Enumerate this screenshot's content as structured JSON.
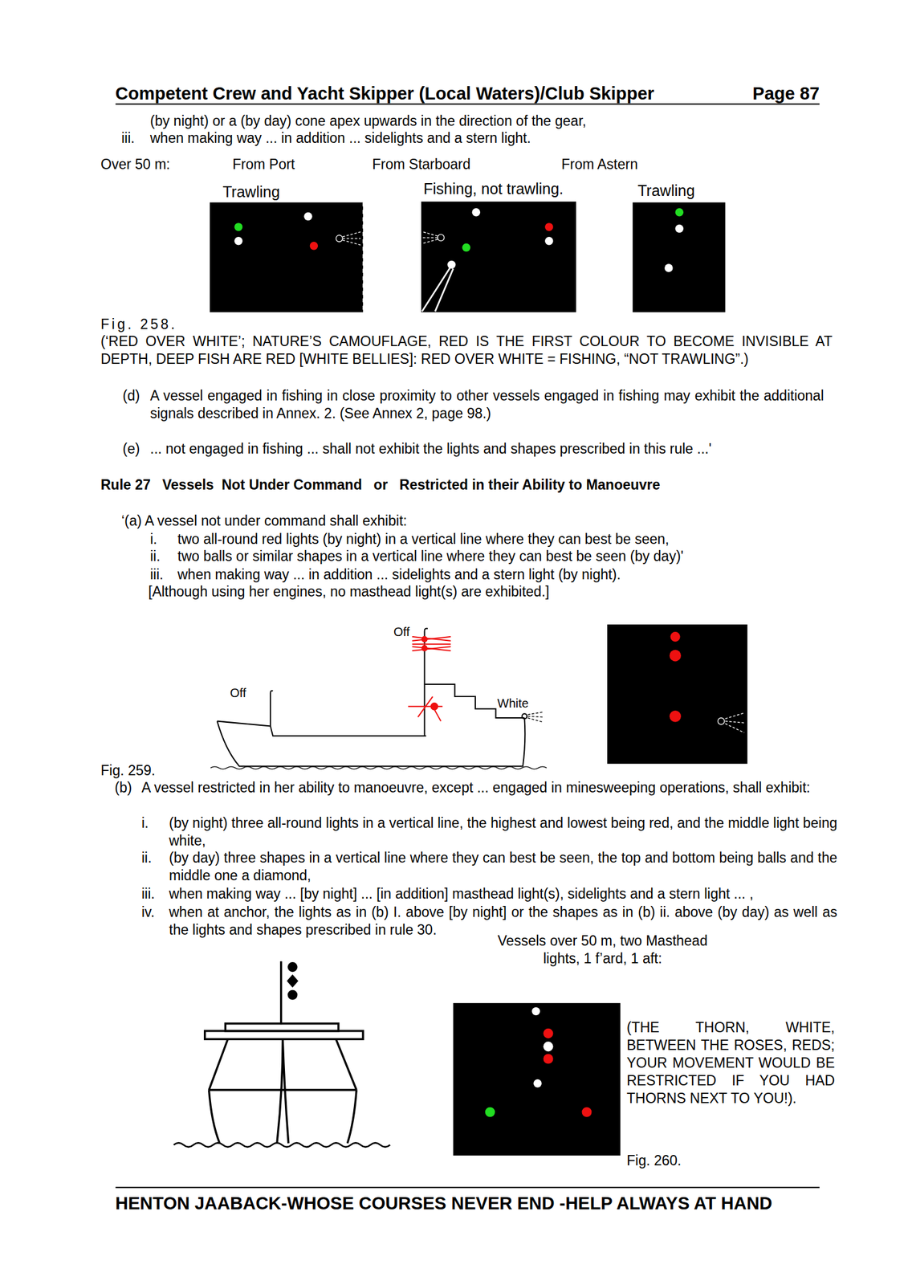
{
  "diagram": {
    "title": "Competent Crew and Yacht Skipper (Local Waters)/Club Skipper",
    "labels": [
      "Page 87",
      "(by night) or a (by day) cone apex upwards in the direction of the gear,",
      "iii.",
      "when making way ... in addition ... sidelights and a stern light.",
      "Over 50 m:",
      "From Port",
      "From Starboard",
      "From Astern",
      "Trawling",
      "Fishing, not trawling.",
      "Trawling",
      "Fig.  258.",
      "(‘RED OVER WHITE’; NATURE’S CAMOUFLAGE, RED IS THE FIRST COLOUR TO BECOME INVISIBLE AT DEPTH, DEEP FISH ARE RED [WHITE BELLIES]: RED OVER WHITE = FISHING, “NOT TRAWLING”.)",
      "(d)",
      "A vessel engaged in fishing in close proximity to other vessels engaged in fishing may exhibit the additional signals described in Annex. 2. (See Annex 2, page 98.)",
      "(e)",
      "... not engaged in fishing ... shall not exhibit the lights and shapes prescribed in this rule ...'",
      "Rule 27   Vessels  Not Under Command   or   Restricted in their Ability to Manoeuvre",
      "‘(a) A vessel not under command shall exhibit:",
      "i.",
      "two all-round red lights (by night) in a vertical line where they can best be seen,",
      "ii.",
      "two balls or similar shapes in a vertical line where they can best be seen (by day)'",
      "iii.",
      "when making way ... in addition ... sidelights and a stern light (by night).",
      "[Although using her engines, no masthead light(s) are exhibited.]",
      "Off",
      "Off",
      "White",
      "Fig. 259.",
      "(b)",
      "A vessel restricted in her ability to manoeuvre, except ... engaged in minesweeping operations, shall exhibit:",
      "i.",
      "(by night) three all-round lights in a vertical line, the highest and lowest being red, and the middle light being white,",
      "ii.",
      "(by day) three shapes in a vertical line where they can best be seen, the top and bottom being balls and the middle one a diamond,",
      "iii.",
      "when making way ... [by night] ... [in  addition] masthead light(s), sidelights and a stern light ... ,",
      "iv.",
      "when at anchor, the lights as in (b) I. above [by night] or the shapes as in (b) ii. above (by day) as well as the lights and shapes prescribed in rule 30.",
      "Vessels over 50 m, two Masthead lights, 1 f’ard, 1 aft:",
      "(THE THORN, WHITE, BETWEEN THE ROSES, REDS; YOUR MOVEMENT WOULD BE RESTRICTED IF YOU HAD THORNS NEXT TO YOU!).",
      "Fig. 260.",
      "HENTON JAABACK-WHOSE COURSES NEVER END -HELP ALWAYS AT HAND"
    ]
  }
}
